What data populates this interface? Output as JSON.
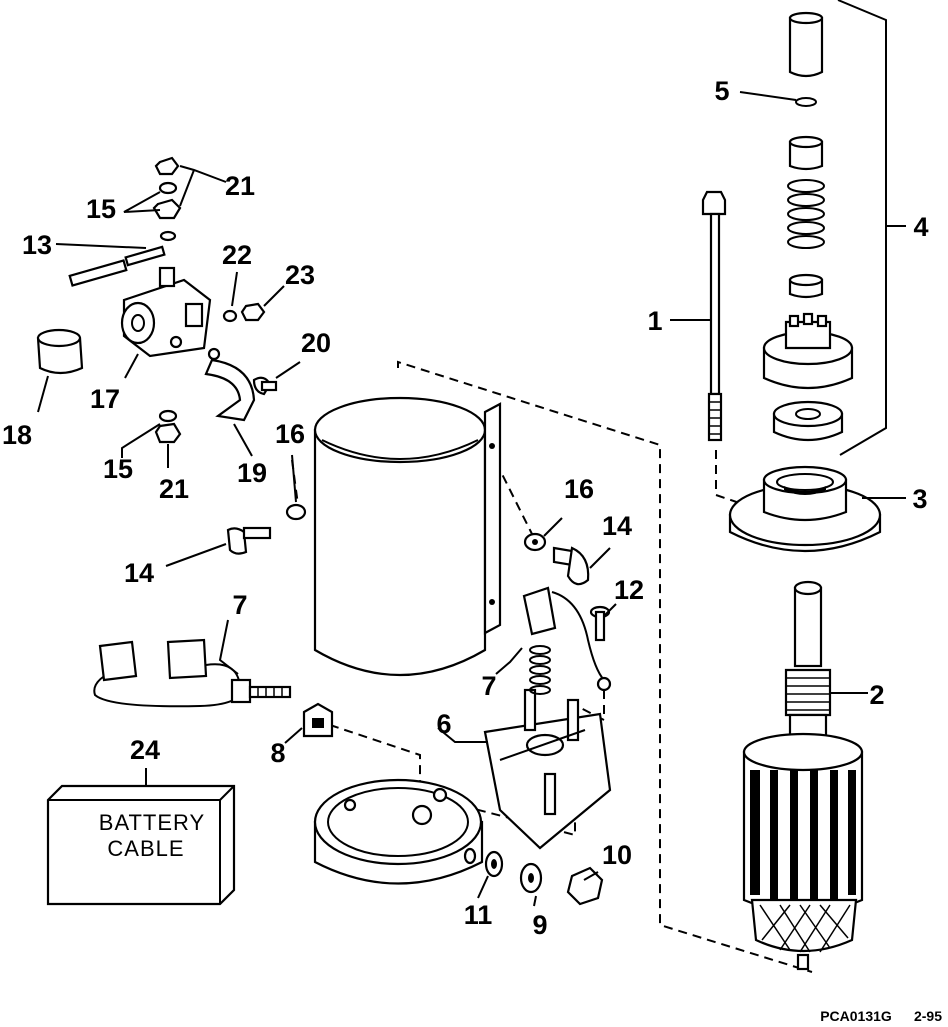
{
  "callouts": {
    "c1": "1",
    "c2": "2",
    "c3": "3",
    "c4": "4",
    "c5": "5",
    "c6": "6",
    "c7a": "7",
    "c7b": "7",
    "c8": "8",
    "c9": "9",
    "c10": "10",
    "c11": "11",
    "c12": "12",
    "c13": "13",
    "c14a": "14",
    "c14b": "14",
    "c15a": "15",
    "c15b": "15",
    "c16a": "16",
    "c16b": "16",
    "c17": "17",
    "c18": "18",
    "c19": "19",
    "c20": "20",
    "c21a": "21",
    "c21b": "21",
    "c22": "22",
    "c23": "23",
    "c24": "24"
  },
  "battery_cable_box": {
    "line1": "BATTERY",
    "line2": "CABLE"
  },
  "footer": {
    "code": "PCA0131G",
    "date": "2-95"
  }
}
